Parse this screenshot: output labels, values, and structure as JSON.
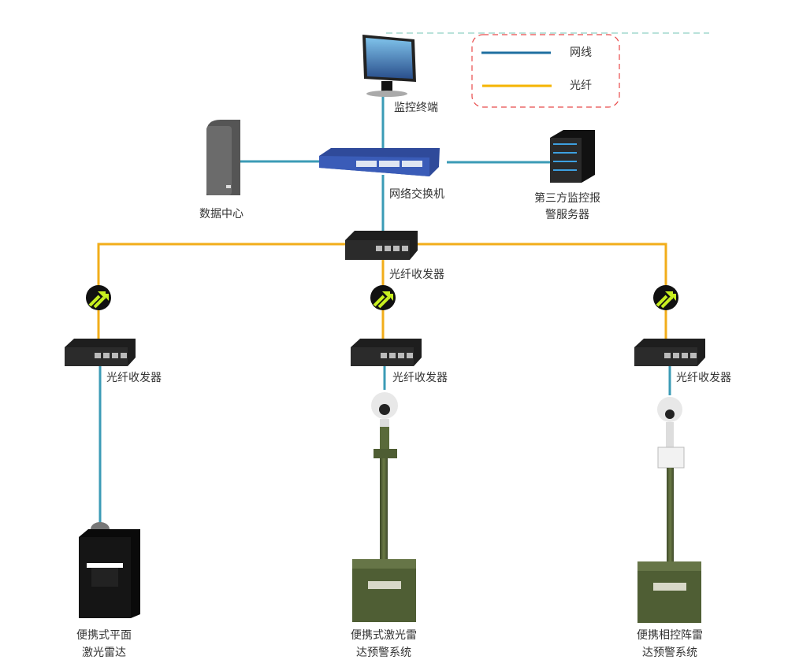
{
  "legend": {
    "items": [
      {
        "label": "网线",
        "color": "#1f6fa0"
      },
      {
        "label": "光纤",
        "color": "#f5b400"
      }
    ],
    "border_color": "#e84a4a"
  },
  "colors": {
    "network_line": "#3b9bb6",
    "fiber_line": "#f2ad1a"
  },
  "nodes": {
    "monitor": "监控终端",
    "switch": "网络交换机",
    "datacenter": "数据中心",
    "server_line1": "第三方监控报",
    "server_line2": "警服务器",
    "transceiver_center": "光纤收发器",
    "transceiver_left": "光纤收发器",
    "transceiver_mid": "光纤收发器",
    "transceiver_right": "光纤收发器",
    "device_left_line1": "便携式平面",
    "device_left_line2": "激光雷达",
    "device_mid_line1": "便携式激光雷",
    "device_mid_line2": "达预警系统",
    "device_right_line1": "便携相控阵雷",
    "device_right_line2": "达预警系统"
  }
}
